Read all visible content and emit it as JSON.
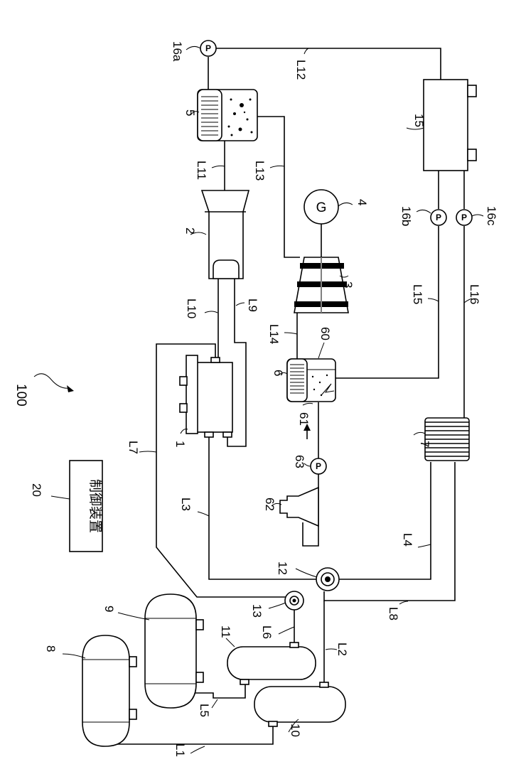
{
  "figure": {
    "system_label": "100",
    "control_label": "20",
    "control_text": "制御装置",
    "pump_letter": "P",
    "generator_letter": "G"
  },
  "components": {
    "c1": "1",
    "c2": "2",
    "c3": "3",
    "c4": "4",
    "c5": "5",
    "c6": "6",
    "c7": "7",
    "c8": "8",
    "c9": "9",
    "c10": "10",
    "c11": "11",
    "c12": "12",
    "c13": "13",
    "c15": "15",
    "c16a": "16a",
    "c16b": "16b",
    "c16c": "16c",
    "c60": "60",
    "c61": "61",
    "c62": "62",
    "c63": "63"
  },
  "lines": {
    "L1": "L1",
    "L2": "L2",
    "L3": "L3",
    "L4": "L4",
    "L5": "L5",
    "L6": "L6",
    "L7": "L7",
    "L8": "L8",
    "L9": "L9",
    "L10": "L10",
    "L11": "L11",
    "L12": "L12",
    "L13": "L13",
    "L14": "L14",
    "L15": "L15",
    "L16": "L16"
  }
}
